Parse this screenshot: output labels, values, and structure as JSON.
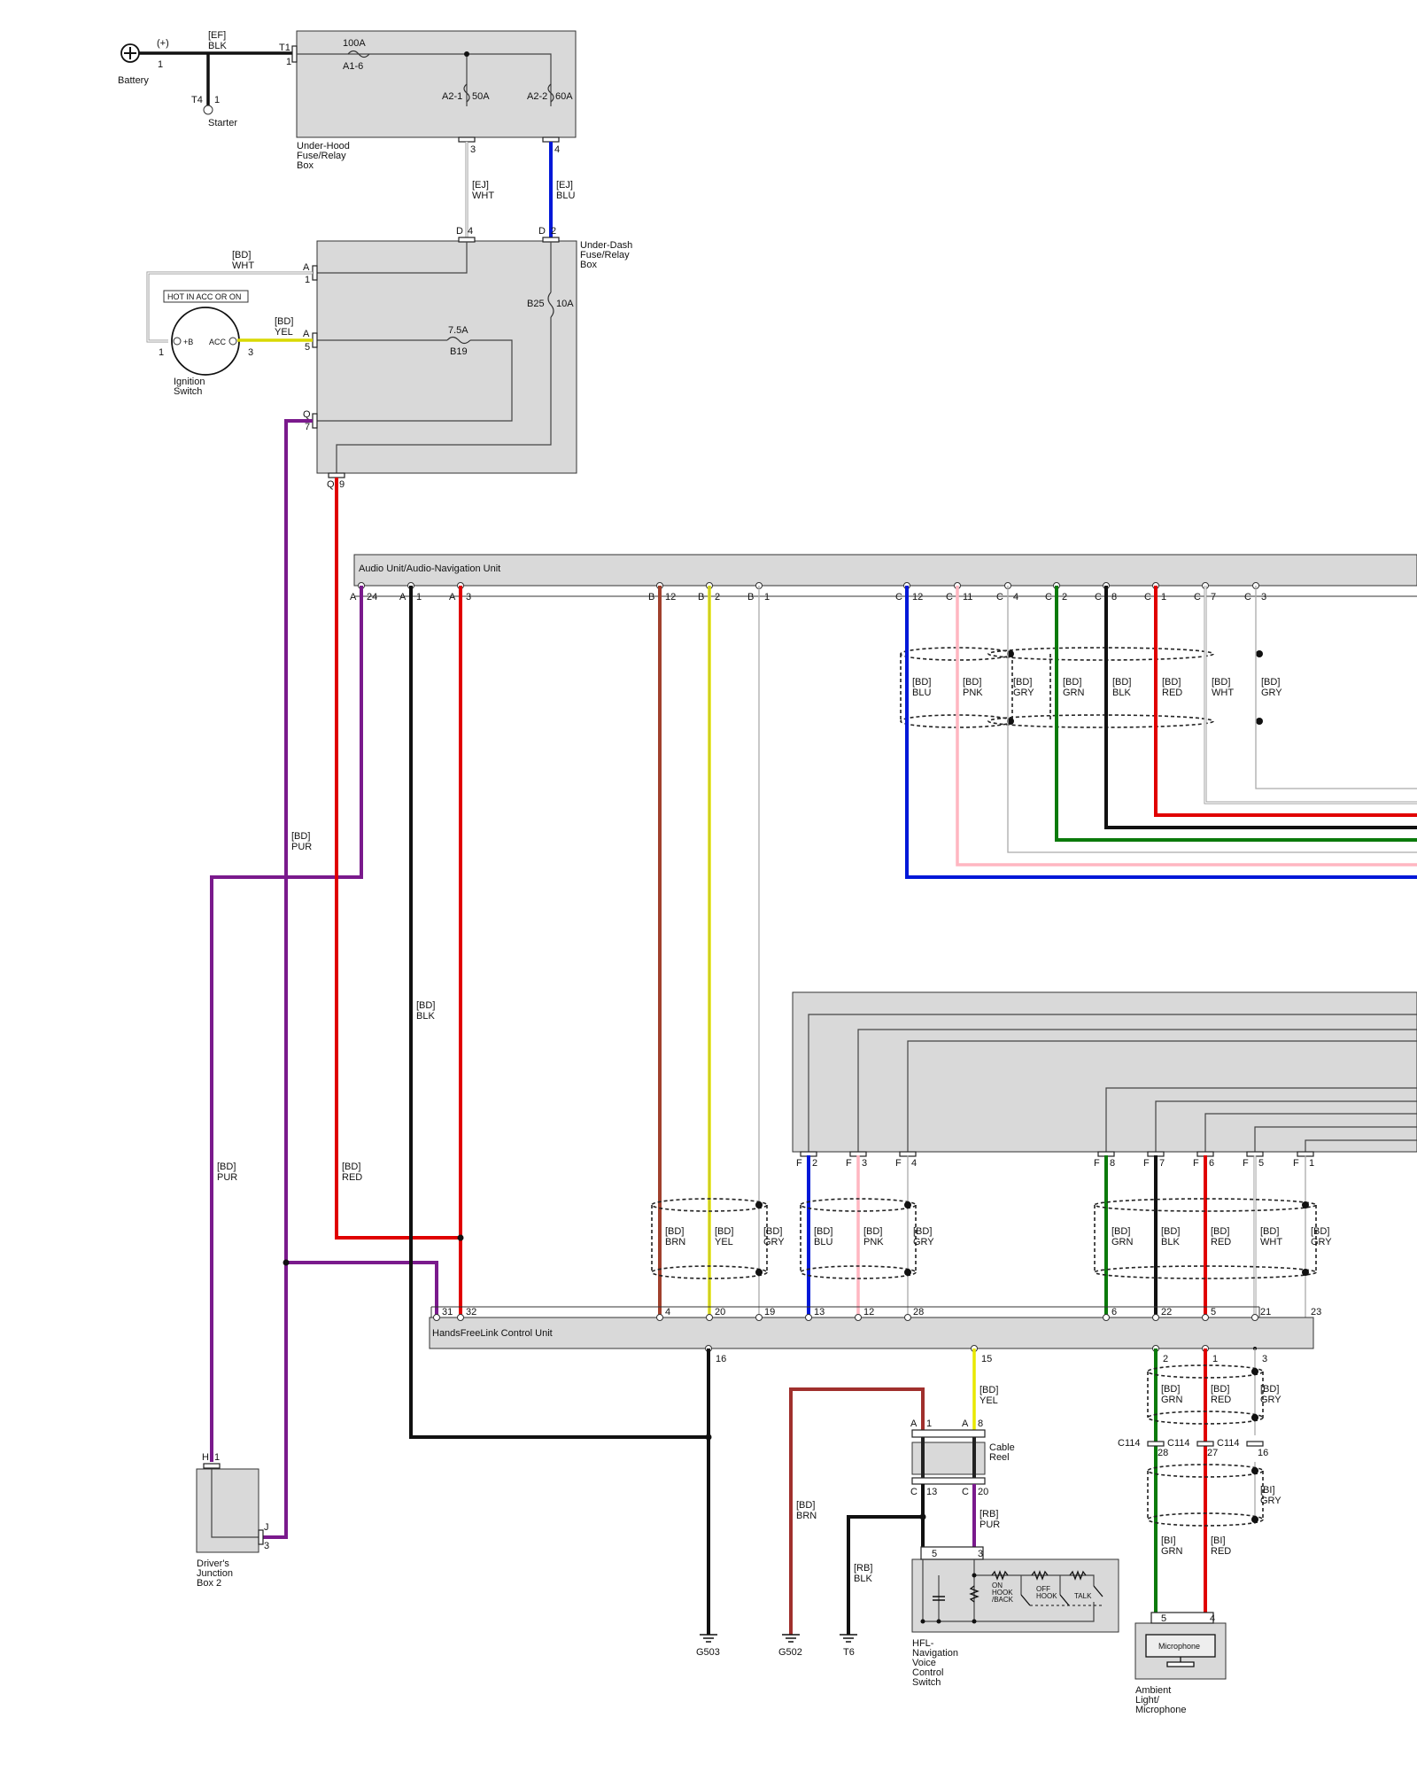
{
  "battery": {
    "label": "Battery",
    "plus": "(+)",
    "pin": "1",
    "wire": [
      "[EF]",
      "BLK"
    ]
  },
  "starter": {
    "label": "Starter",
    "conn": "T4",
    "pin": "1"
  },
  "underhood": {
    "title": [
      "Under-Hood",
      "Fuse/Relay",
      "Box"
    ],
    "t1": "T1",
    "t1pin": "1",
    "fuse_main": [
      "100A",
      "A1-6"
    ],
    "fuse_a21": [
      "A2-1",
      "50A"
    ],
    "fuse_a22": [
      "A2-2",
      "60A"
    ],
    "pin3": "3",
    "pin4": "4"
  },
  "wires_ej": {
    "wht": [
      "[EJ]",
      "WHT"
    ],
    "blu": [
      "[EJ]",
      "BLU"
    ]
  },
  "underdash": {
    "title": [
      "Under-Dash",
      "Fuse/Relay",
      "Box"
    ],
    "d4": "D",
    "d4pin": "4",
    "d2": "D",
    "d2pin": "2",
    "a1": "A",
    "a1pin": "1",
    "a5": "A",
    "a5pin": "5",
    "q7": "Q",
    "q7pin": "7",
    "q9": "Q",
    "q9pin": "9",
    "fuse_b25": [
      "B25",
      "10A"
    ],
    "fuse_b19": [
      "7.5A",
      "B19"
    ]
  },
  "ignition": {
    "label": [
      "Ignition",
      "Switch"
    ],
    "hot": "HOT IN ACC OR ON",
    "b": "+B",
    "acc": "ACC",
    "pin1": "1",
    "pin3": "3",
    "wht": [
      "[BD]",
      "WHT"
    ],
    "yel": [
      "[BD]",
      "YEL"
    ]
  },
  "audio": {
    "title": "Audio Unit/Audio-Navigation Unit",
    "pins": [
      {
        "c": "A",
        "p": "24"
      },
      {
        "c": "A",
        "p": "1"
      },
      {
        "c": "A",
        "p": "3"
      },
      {
        "c": "B",
        "p": "12"
      },
      {
        "c": "B",
        "p": "2"
      },
      {
        "c": "B",
        "p": "1"
      },
      {
        "c": "C",
        "p": "12"
      },
      {
        "c": "C",
        "p": "11"
      },
      {
        "c": "C",
        "p": "4"
      },
      {
        "c": "C",
        "p": "2"
      },
      {
        "c": "C",
        "p": "8"
      },
      {
        "c": "C",
        "p": "1"
      },
      {
        "c": "C",
        "p": "7"
      },
      {
        "c": "C",
        "p": "3"
      }
    ],
    "shield1": [
      [
        "[BD]",
        "BLU"
      ],
      [
        "[BD]",
        "PNK"
      ],
      [
        "[BD]",
        "GRY"
      ]
    ],
    "shield2": [
      [
        "[BD]",
        "GRN"
      ],
      [
        "[BD]",
        "BLK"
      ],
      [
        "[BD]",
        "RED"
      ],
      [
        "[BD]",
        "WHT"
      ],
      [
        "[BD]",
        "GRY"
      ]
    ]
  },
  "left_wires": {
    "pur1": [
      "[BD]",
      "PUR"
    ],
    "pur2": [
      "[BD]",
      "PUR"
    ],
    "red": [
      "[BD]",
      "RED"
    ],
    "blk": [
      "[BD]",
      "BLK"
    ]
  },
  "fpins": [
    {
      "c": "F",
      "p": "2"
    },
    {
      "c": "F",
      "p": "3"
    },
    {
      "c": "F",
      "p": "4"
    },
    {
      "c": "F",
      "p": "8"
    },
    {
      "c": "F",
      "p": "7"
    },
    {
      "c": "F",
      "p": "6"
    },
    {
      "c": "F",
      "p": "5"
    },
    {
      "c": "F",
      "p": "1"
    }
  ],
  "mid_shields": {
    "s1": [
      [
        "[BD]",
        "BRN"
      ],
      [
        "[BD]",
        "YEL"
      ],
      [
        "[BD]",
        "GRY"
      ]
    ],
    "s2": [
      [
        "[BD]",
        "BLU"
      ],
      [
        "[BD]",
        "PNK"
      ],
      [
        "[BD]",
        "GRY"
      ]
    ],
    "s3": [
      [
        "[BD]",
        "GRN"
      ],
      [
        "[BD]",
        "BLK"
      ],
      [
        "[BD]",
        "RED"
      ],
      [
        "[BD]",
        "WHT"
      ],
      [
        "[BD]",
        "GRY"
      ]
    ]
  },
  "hfl": {
    "title": "HandsFreeLink Control Unit",
    "top_pins": [
      "31",
      "32",
      "4",
      "20",
      "19",
      "13",
      "12",
      "28",
      "6",
      "22",
      "5",
      "21",
      "23"
    ],
    "bottom_pins": [
      "16",
      "15",
      "2",
      "1",
      "3"
    ]
  },
  "djb": {
    "label": [
      "Driver's",
      "Junction",
      "Box 2"
    ],
    "h": "H",
    "hpin": "1",
    "j": "J",
    "jpin": "3"
  },
  "cable_reel": {
    "label": [
      "Cable",
      "Reel"
    ],
    "a1": "A",
    "a1p": "1",
    "a8": "A",
    "a8p": "8",
    "c13": "C",
    "c13p": "13",
    "c20": "C",
    "c20p": "20",
    "yel": [
      "[BD]",
      "YEL"
    ],
    "pur": [
      "[RB]",
      "PUR"
    ],
    "blk": [
      "[RB]",
      "BLK"
    ],
    "brn": [
      "[BD]",
      "BRN"
    ]
  },
  "grounds": [
    "G503",
    "G502",
    "T6"
  ],
  "hfl_switch": {
    "label": [
      "HFL-",
      "Navigation",
      "Voice",
      "Control",
      "Switch"
    ],
    "pin5": "5",
    "pin3": "3",
    "on": [
      "ON",
      "HOOK",
      "/BACK"
    ],
    "off": [
      "OFF",
      "HOOK"
    ],
    "talk": "TALK"
  },
  "mic_wiring": {
    "top": [
      [
        "[BD]",
        "GRN"
      ],
      [
        "[BD]",
        "RED"
      ],
      [
        "[BD]",
        "GRY"
      ]
    ],
    "c114": [
      {
        "c": "C114",
        "p": "28"
      },
      {
        "c": "C114",
        "p": "27"
      },
      {
        "c": "C114",
        "p": "16"
      }
    ],
    "bi": [
      [
        "[BI]",
        "GRY"
      ],
      [
        "[BI]",
        "GRN"
      ],
      [
        "[BI]",
        "RED"
      ]
    ]
  },
  "mic": {
    "label": [
      "Ambient",
      "Light/",
      "Microphone"
    ],
    "inner": "Microphone",
    "pin5": "5",
    "pin4": "4"
  }
}
